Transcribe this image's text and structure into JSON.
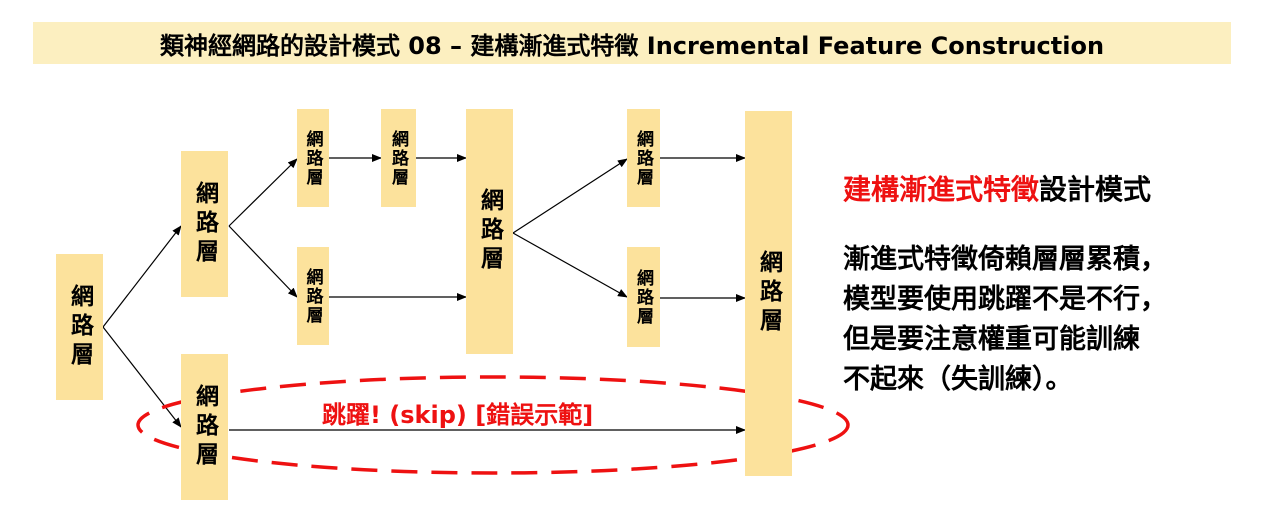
{
  "title": "類神經網路的設計模式 08 – 建構漸進式特徵 Incremental Feature Construction",
  "diagram": {
    "layer_label": "網路層",
    "skip_label": "跳躍! (skip) [錯誤示範]",
    "colors": {
      "layer_fill": "#fce29c",
      "title_bar": "#fcefc0",
      "highlight": "#ee1111",
      "ellipse": "#ee1111"
    }
  },
  "side_text": {
    "heading_highlight": "建構漸進式特徵",
    "heading_rest": "設計模式",
    "body_lines": [
      "漸進式特徵倚賴層層累積，",
      "模型要使用跳躍不是不行，",
      "但是要注意權重可能訓練",
      "不起來（失訓練）。"
    ]
  }
}
